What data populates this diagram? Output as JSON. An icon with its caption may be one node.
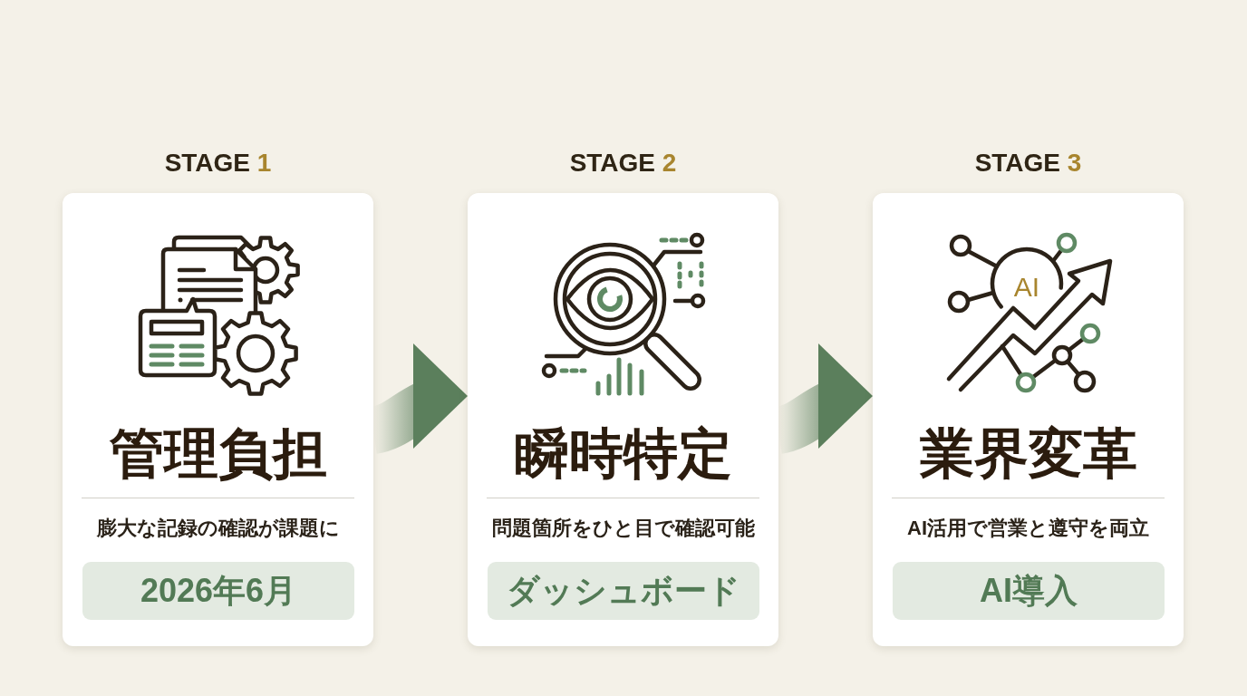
{
  "diagram": {
    "nodes": [
      {
        "text": [
          "STAGE 1",
          "管理負担",
          "膨大な記録の確認が課題に"
        ]
      },
      {
        "text": [
          "2026年6月"
        ],
        "in": 0
      },
      {
        "text": [
          "STAGE 2",
          "瞬時特定",
          "問題箇所をひと目で確認可能"
        ]
      },
      {
        "text": [
          "ダッシュボード"
        ],
        "in": 2
      },
      {
        "text": [
          "STAGE 3",
          "業界変革",
          "AI活用で営業と遵守を両立"
        ]
      },
      {
        "text": [
          "AI導入"
        ],
        "in": 4
      }
    ],
    "edges": [
      {
        "from": 0,
        "to": 2,
        "arrow": "to"
      },
      {
        "from": 2,
        "to": 4,
        "arrow": "to"
      }
    ],
    "labels": [
      "AI"
    ]
  }
}
